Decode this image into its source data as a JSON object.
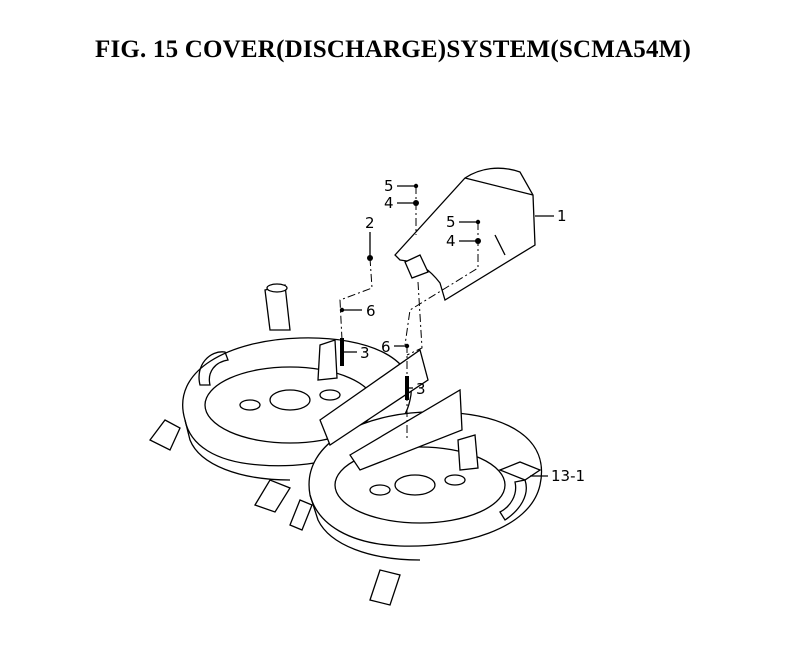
{
  "figure": {
    "title": "FIG. 15  COVER(DISCHARGE)SYSTEM(SCMA54M)"
  },
  "callouts": [
    {
      "id": "5a",
      "text": "5"
    },
    {
      "id": "4a",
      "text": "4"
    },
    {
      "id": "2",
      "text": "2"
    },
    {
      "id": "5b",
      "text": "5"
    },
    {
      "id": "4b",
      "text": "4"
    },
    {
      "id": "1",
      "text": "1"
    },
    {
      "id": "6a",
      "text": "6"
    },
    {
      "id": "3a",
      "text": "3"
    },
    {
      "id": "6b",
      "text": "6"
    },
    {
      "id": "3b",
      "text": "3"
    },
    {
      "id": "13-1",
      "text": "13-1"
    }
  ]
}
